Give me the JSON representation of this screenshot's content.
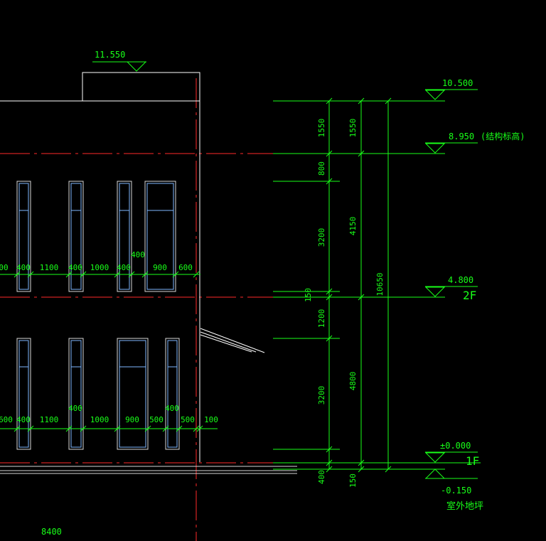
{
  "colors": {
    "background": "#000000",
    "dimension": "#18ff18",
    "axis": "#ff2a2a",
    "outline": "#ffffff",
    "window": "#7fb8ff",
    "frame_edge": "#d8d8d8"
  },
  "elevation_marks": {
    "parapet_top": "11.550",
    "roof": "10.500",
    "roof_structural": "8.950",
    "roof_structural_note": "(结构标高)",
    "floor2": "4.800",
    "floor2_name": "2F",
    "floor1": "±0.000",
    "floor1_name": "1F",
    "outdoor": "-0.150",
    "outdoor_name": "室外地坪"
  },
  "vertical_dims": {
    "inner": [
      "1550",
      "800",
      "3200",
      "150",
      "1200",
      "3200",
      "400"
    ],
    "middle": [
      "1550",
      "4150",
      "4800",
      "150"
    ],
    "outer": "10650"
  },
  "horizontal_dims": {
    "upper": [
      "00",
      "400",
      "1100",
      "400",
      "1000",
      "400",
      "400",
      "900",
      "600"
    ],
    "lower": [
      "600",
      "400",
      "1100",
      "400",
      "1000",
      "900",
      "500",
      "400",
      "500",
      "100"
    ]
  },
  "bottom_dim": "8400",
  "icons": {
    "elevation_marker": "down-triangle-icon"
  }
}
